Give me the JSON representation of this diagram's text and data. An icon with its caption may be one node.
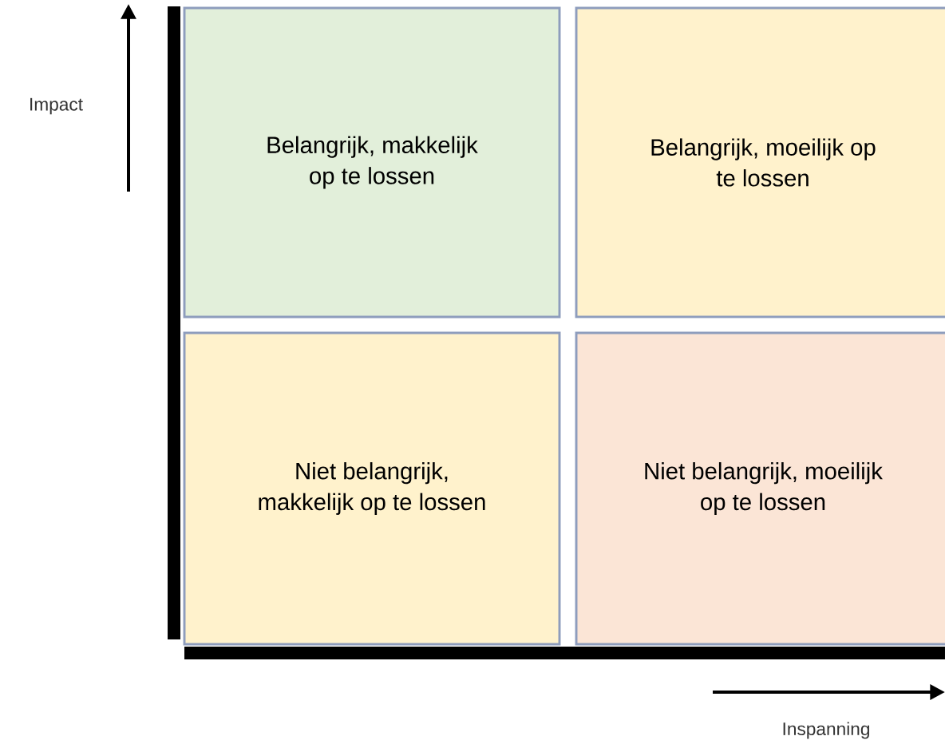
{
  "diagram": {
    "nodes": [
      {
        "text": [
          "Belangrijk, makkelijk op te lossen"
        ]
      },
      {
        "text": [
          "Belangrijk, moeilijk op te lossen"
        ]
      },
      {
        "text": [
          "Niet belangrijk, makkelijk op te lossen"
        ]
      },
      {
        "text": [
          "Niet belangrijk, moeilijk op te lossen"
        ]
      }
    ],
    "labels": [
      "Impact",
      "Inspanning"
    ]
  }
}
